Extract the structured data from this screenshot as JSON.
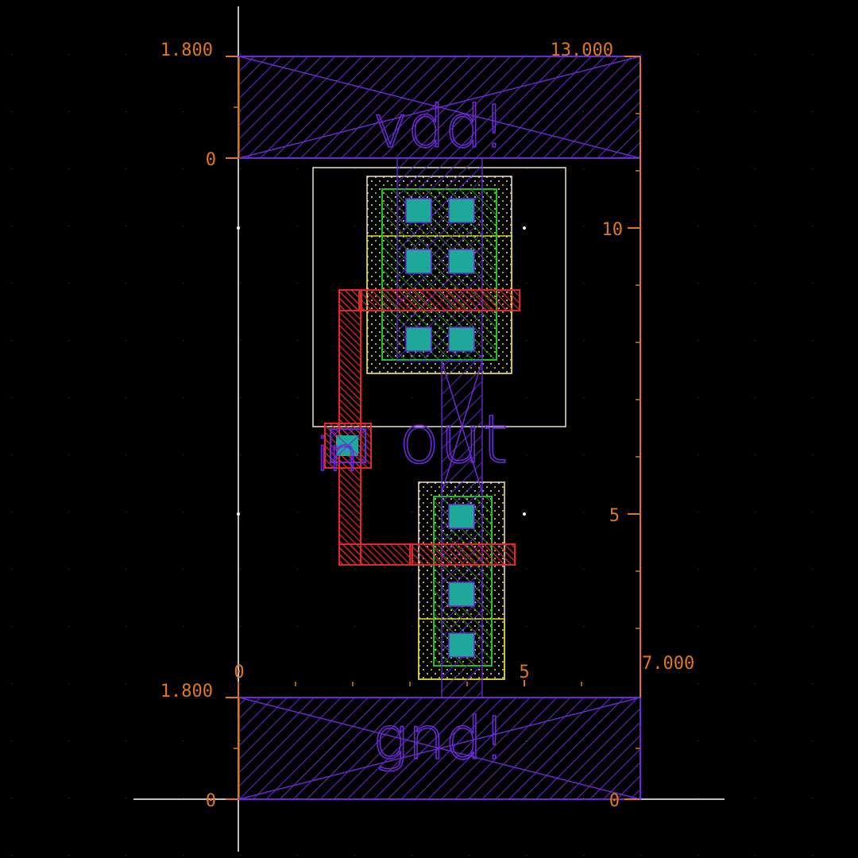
{
  "colors": {
    "background": "#000000",
    "metal1": "#6a2bd6",
    "poly": "#e0282a",
    "diffusion": "#22c021",
    "contact": "#1ea89a",
    "implant": "#e6e020",
    "well": "#efe3cf",
    "ruler": "#e07818",
    "axis": "#ffffff",
    "grid": "#2a8a6a"
  },
  "net_labels": {
    "vdd": "vdd!",
    "gnd": "gnd!",
    "in": "in",
    "out": "out"
  },
  "rulers": {
    "vdd_rail_height_top": "1.800",
    "vdd_rail_height_bottom": "0",
    "cell_height_label": "13.000",
    "cell_tick_10": "10",
    "cell_tick_5": "5",
    "cell_width_label": "7.000",
    "width_tick_0": "0",
    "width_tick_5": "5",
    "gnd_rail_height_top": "1.800",
    "gnd_rail_height_bottom": "0",
    "gnd_rail_right_zero": "0"
  }
}
